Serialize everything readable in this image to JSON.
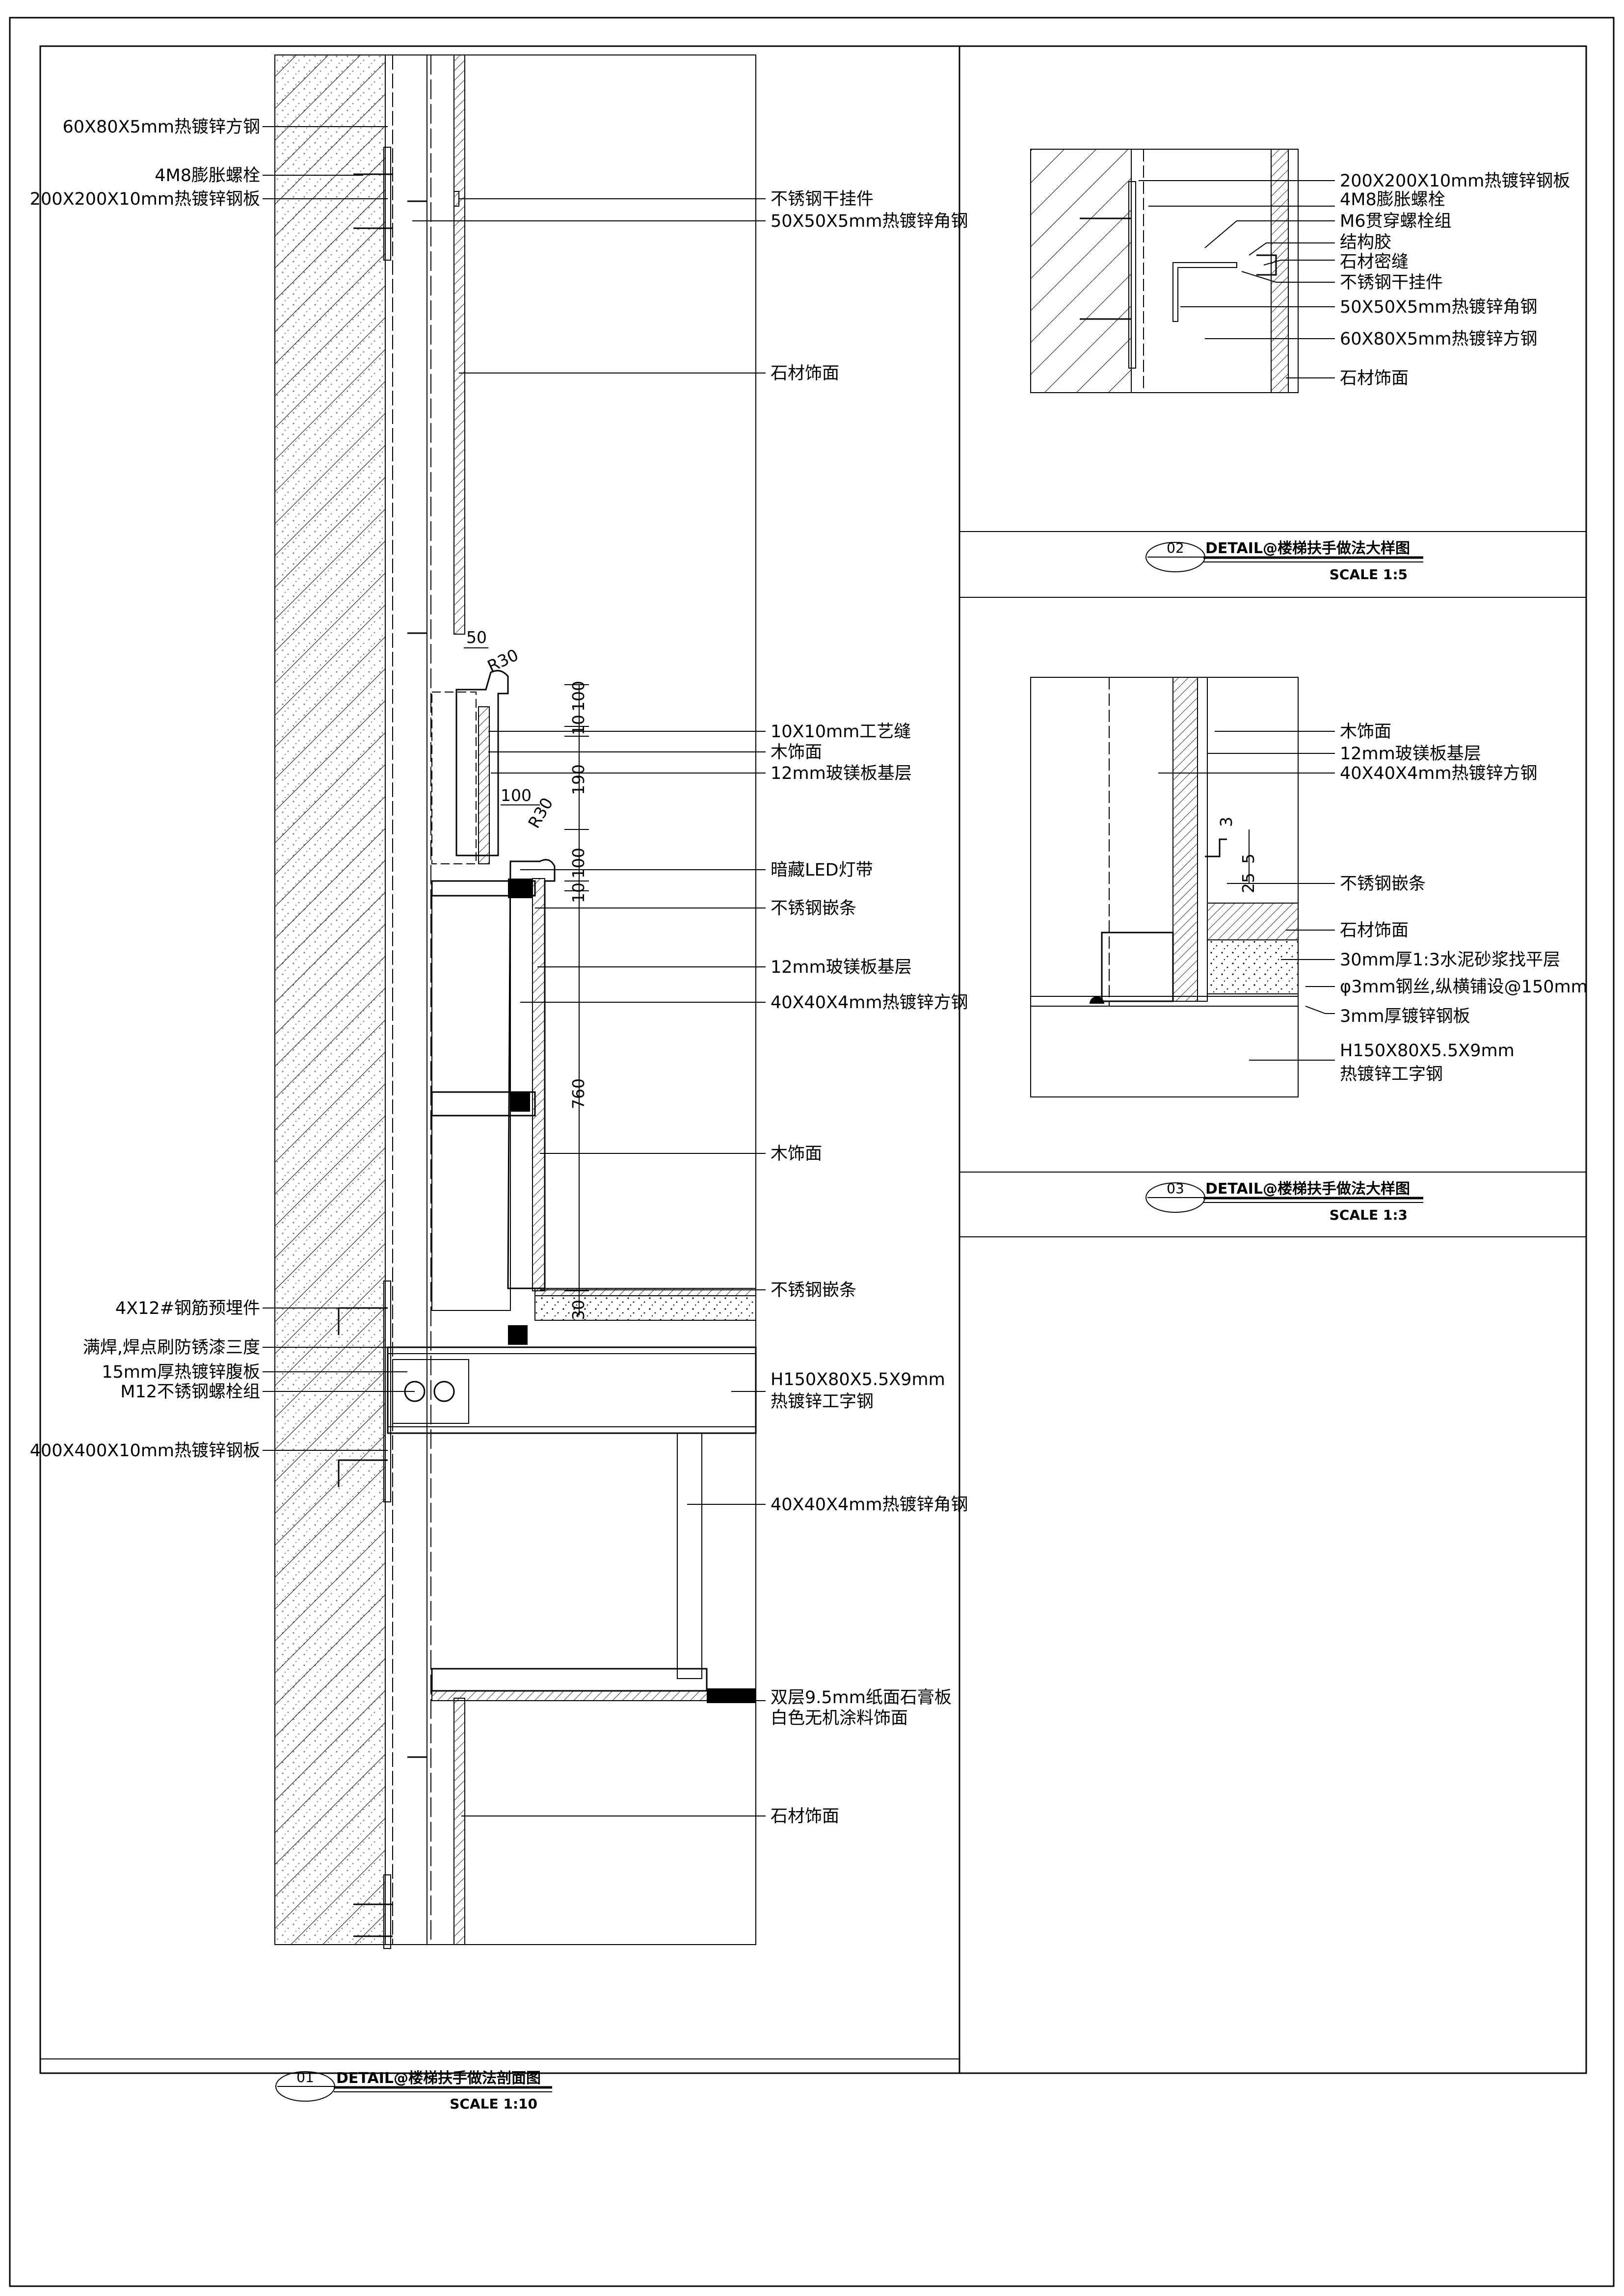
{
  "detail01": {
    "left_labels": [
      "60X80X5mm热镀锌方钢",
      "4M8膨胀螺栓",
      "200X200X10mm热镀锌钢板",
      "4X12#钢筋预埋件",
      "满焊,焊点刷防锈漆三度",
      "15mm厚热镀锌腹板",
      "M12不锈钢螺栓组",
      "400X400X10mm热镀锌钢板"
    ],
    "right_labels": [
      "不锈钢干挂件",
      "50X50X5mm热镀锌角钢",
      "石材饰面",
      "10X10mm工艺缝",
      "木饰面",
      "12mm玻镁板基层",
      "暗藏LED灯带",
      "不锈钢嵌条",
      "12mm玻镁板基层",
      "40X40X4mm热镀锌方钢",
      "木饰面",
      "不锈钢嵌条",
      "H150X80X5.5X9mm",
      "热镀锌工字钢",
      "40X40X4mm热镀锌角钢",
      "双层9.5mm纸面石膏板",
      "白色无机涂料饰面",
      "石材饰面"
    ],
    "dims": [
      "50",
      "R30",
      "100",
      "10",
      "190",
      "100",
      "R30",
      "100",
      "10",
      "760",
      "30"
    ],
    "number": "01",
    "title": "DETAIL@楼梯扶手做法剖面图",
    "scale": "SCALE 1:10"
  },
  "detail02": {
    "labels": [
      "200X200X10mm热镀锌钢板",
      "4M8膨胀螺栓",
      "M6贯穿螺栓组",
      "结构胶",
      "石材密缝",
      "不锈钢干挂件",
      "50X50X5mm热镀锌角钢",
      "60X80X5mm热镀锌方钢",
      "石材饰面"
    ],
    "number": "02",
    "title": "DETAIL@楼梯扶手做法大样图",
    "scale": "SCALE 1:5"
  },
  "detail03": {
    "labels": [
      "木饰面",
      "12mm玻镁板基层",
      "40X40X4mm热镀锌方钢",
      "不锈钢嵌条",
      "石材饰面",
      "30mm厚1:3水泥砂浆找平层",
      "φ3mm钢丝,纵横铺设@150mm",
      "3mm厚镀锌钢板",
      "H150X80X5.5X9mm",
      "热镀锌工字钢"
    ],
    "dims": [
      "3",
      "5",
      "25"
    ],
    "number": "03",
    "title": "DETAIL@楼梯扶手做法大样图",
    "scale": "SCALE 1:3"
  }
}
